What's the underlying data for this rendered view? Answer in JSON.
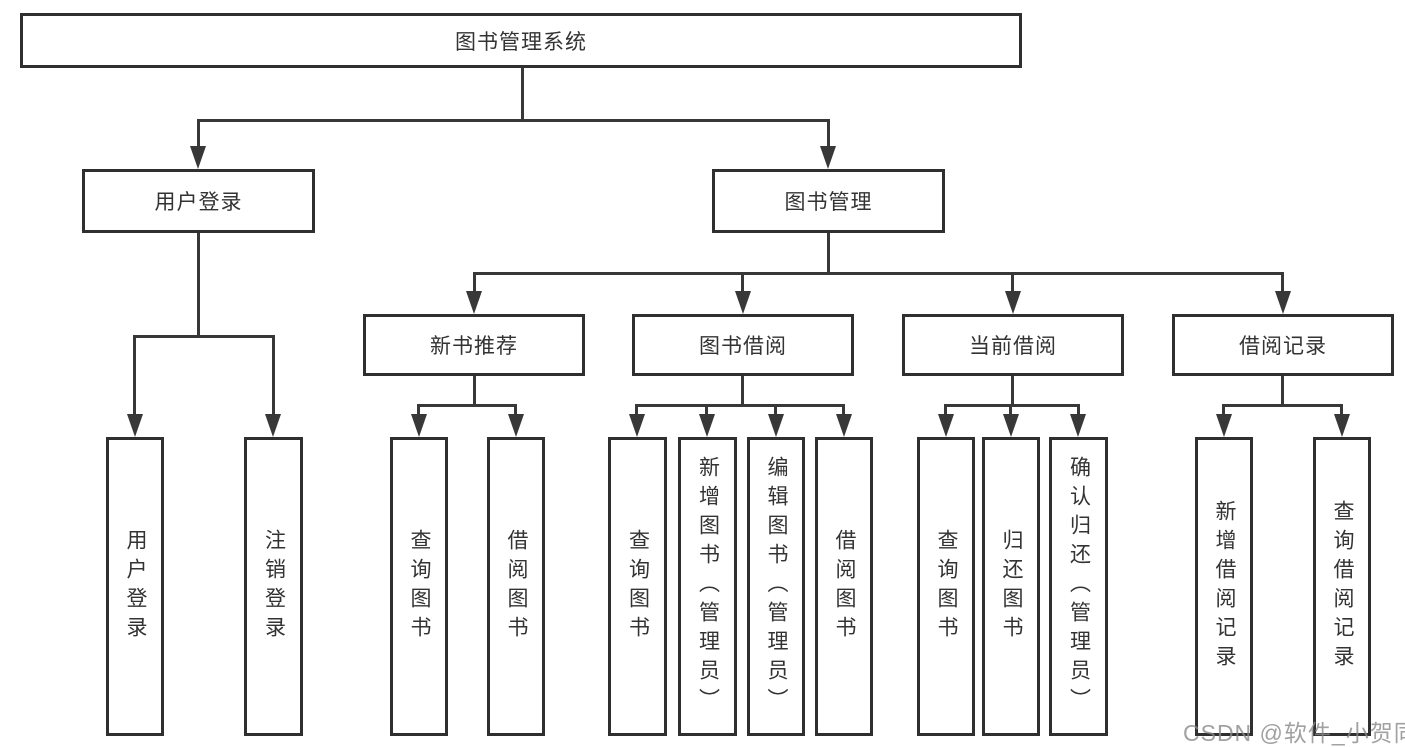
{
  "root": {
    "label": "图书管理系统"
  },
  "branches": {
    "login": {
      "label": "用户登录",
      "children": [
        "用户登录",
        "注销登录"
      ]
    },
    "mgmt": {
      "label": "图书管理",
      "sections": [
        {
          "label": "新书推荐",
          "children": [
            "查询图书",
            "借阅图书"
          ]
        },
        {
          "label": "图书借阅",
          "children": [
            "查询图书",
            "新增图书（管理员）",
            "编辑图书（管理员）",
            "借阅图书"
          ]
        },
        {
          "label": "当前借阅",
          "children": [
            "查询图书",
            "归还图书",
            "确认归还（管理员）"
          ]
        },
        {
          "label": "借阅记录",
          "children": [
            "新增借阅记录",
            "查询借阅记录"
          ]
        }
      ]
    }
  },
  "watermark": {
    "text": "CSDN @软件_小贺同学"
  },
  "colors": {
    "line": "#383838",
    "box_border": "#2f2f2f",
    "text": "#333333",
    "background": "#ffffff",
    "watermark": "#8a8a8a"
  }
}
